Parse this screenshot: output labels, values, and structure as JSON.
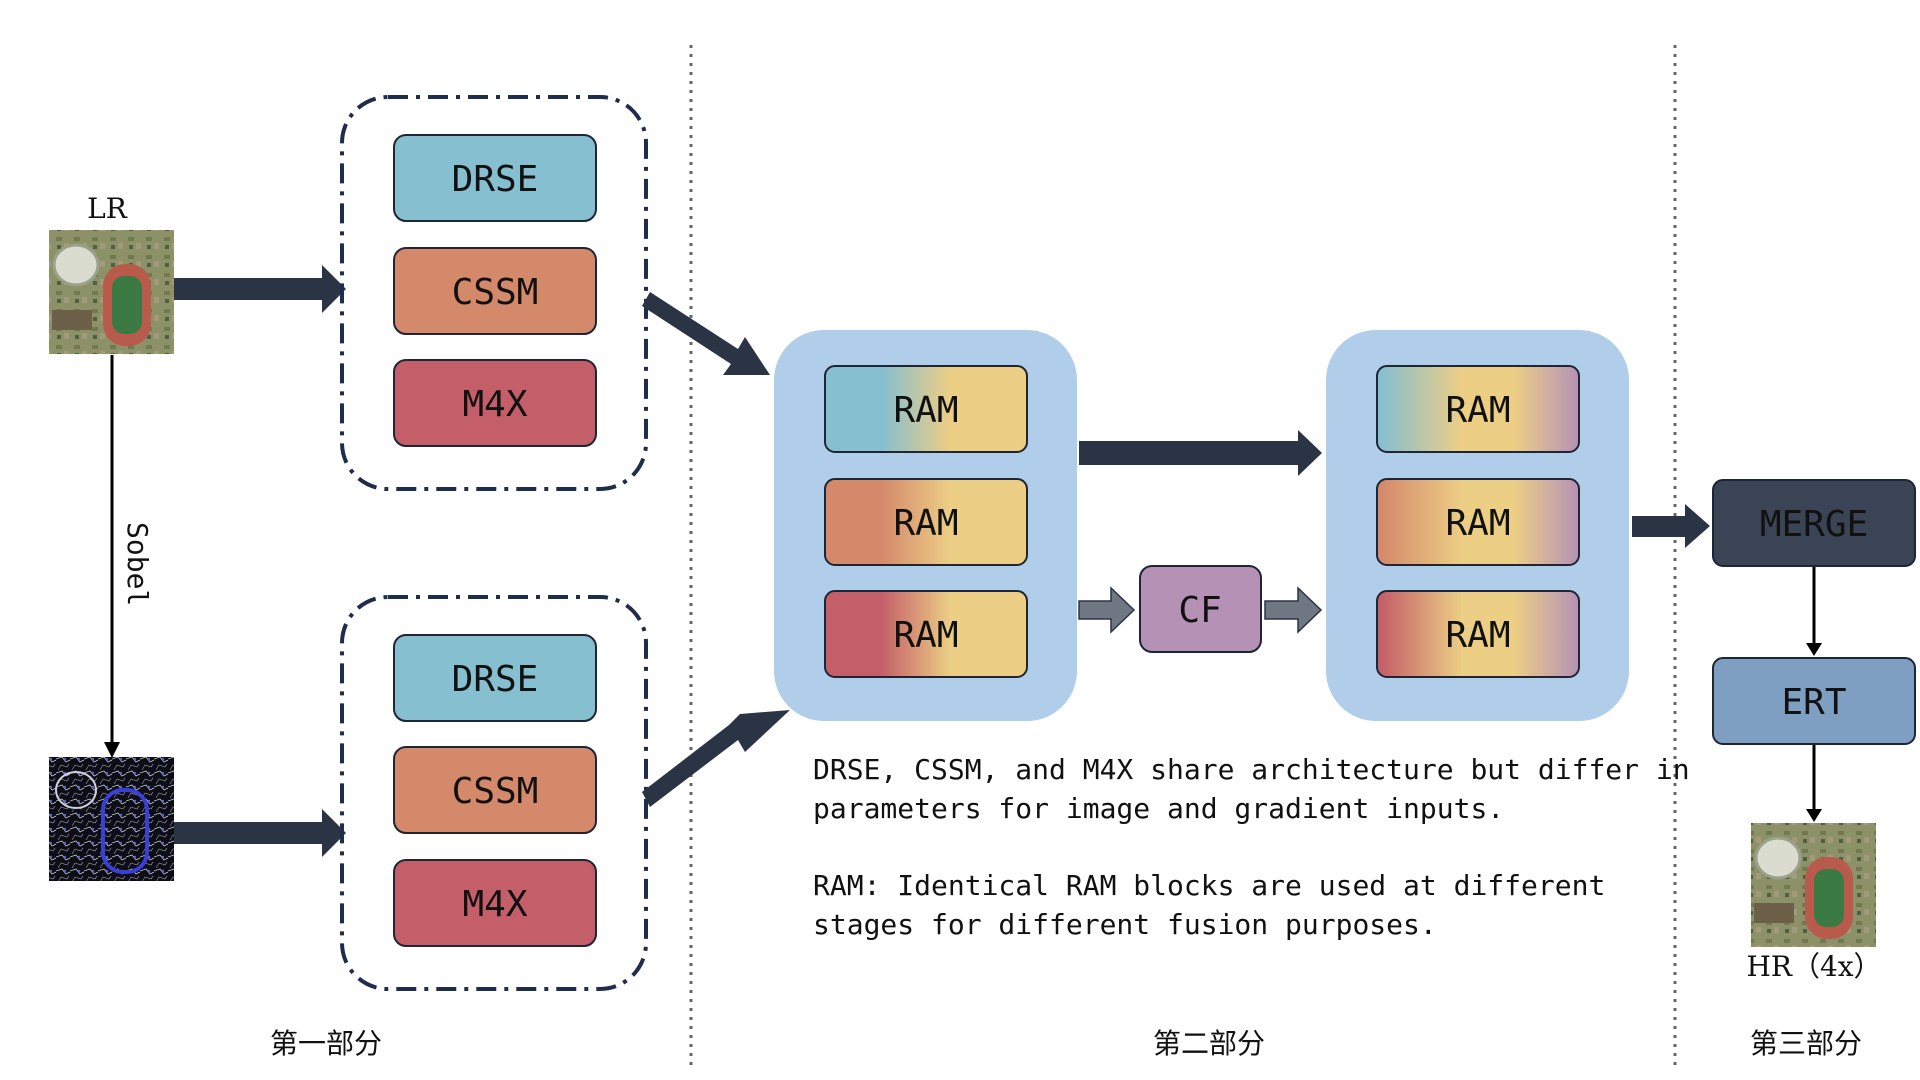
{
  "input": {
    "lr_label": "LR",
    "sobel_label": "Sobel"
  },
  "output": {
    "hr_label": "HR（4x）"
  },
  "part1": {
    "label": "第一部分",
    "top_group": [
      "DRSE",
      "CSSM",
      "M4X"
    ],
    "bottom_group": [
      "DRSE",
      "CSSM",
      "M4X"
    ]
  },
  "part2": {
    "label": "第二部分",
    "left_panel": [
      "RAM",
      "RAM",
      "RAM"
    ],
    "right_panel": [
      "RAM",
      "RAM",
      "RAM"
    ],
    "cf_label": "CF",
    "notes": [
      "DRSE, CSSM, and M4X share architecture but differ in",
      "parameters for image and gradient inputs.",
      "RAM: Identical RAM blocks are used at different",
      "stages for different fusion purposes."
    ]
  },
  "part3": {
    "label": "第三部分",
    "merge_label": "MERGE",
    "ert_label": "ERT"
  },
  "colors": {
    "drse": "#86bfcf",
    "cssm": "#d4896b",
    "m4x": "#c45f69",
    "ram_yellow": "#ecce85",
    "ram_purple": "#b591b6",
    "panel": "#b0cdea",
    "cf": "#b591b6",
    "merge": "#3b4454",
    "ert": "#7f9fc2",
    "arrow_dark": "#2b3445",
    "arrow_gray": "#6f7782",
    "box_border": "#1e2535",
    "group_dash": "#1f2d4d",
    "divider": "#666666"
  }
}
